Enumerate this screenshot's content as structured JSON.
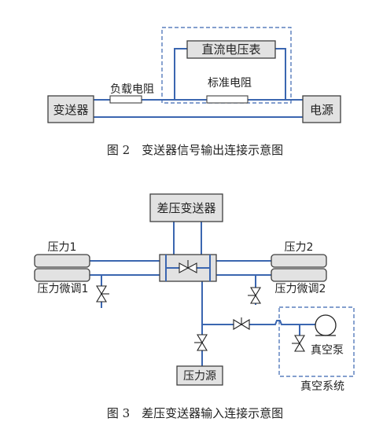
{
  "fig2": {
    "transmitter_label": "变送器",
    "load_resistor_label": "负载电阻",
    "dc_voltmeter_label": "直流电压表",
    "standard_resistor_label": "标准电阻",
    "power_label": "电源",
    "caption": "图 2　变送器信号输出连接示意图"
  },
  "fig3": {
    "dp_transmitter_label": "差压变送器",
    "pressure1_label": "压力1",
    "fine1_label": "压力微调1",
    "pressure2_label": "压力2",
    "fine2_label": "压力微调2",
    "pressure_source_label": "压力源",
    "vacuum_pump_label": "真空泵",
    "vacuum_system_label": "真空系统",
    "caption": "图 3　差压变送器输入连接示意图"
  }
}
